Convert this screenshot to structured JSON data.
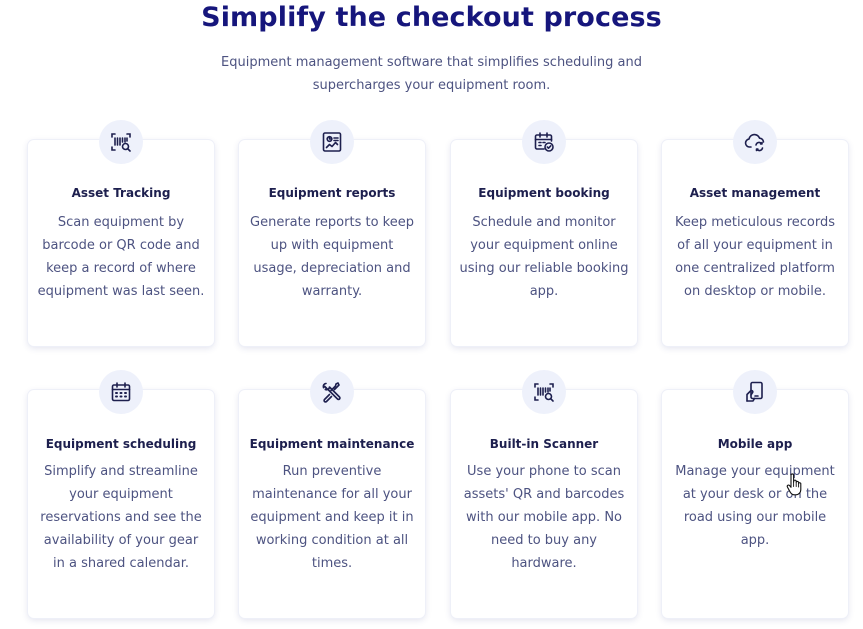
{
  "header": {
    "title": "Simplify the checkout process",
    "subtitle": "Equipment management software that simplifies scheduling and supercharges your equipment room."
  },
  "features": [
    {
      "icon": "barcode-scan-icon",
      "title": "Asset Tracking",
      "text": "Scan equipment by barcode or QR code and keep a record of where equipment was last seen."
    },
    {
      "icon": "report-chart-icon",
      "title": "Equipment reports",
      "text": "Generate reports to keep up with equipment usage, depreciation and warranty."
    },
    {
      "icon": "calendar-check-icon",
      "title": "Equipment booking",
      "text": "Schedule and monitor your equipment online using our reliable booking app."
    },
    {
      "icon": "cloud-sync-icon",
      "title": "Asset management",
      "text": "Keep meticulous records of all your equipment in one centralized platform on desktop or mobile."
    },
    {
      "icon": "calendar-grid-icon",
      "title": "Equipment scheduling",
      "text": "Simplify and streamline your equipment reservations and see the availability of your gear in a shared calendar."
    },
    {
      "icon": "tools-icon",
      "title": "Equipment maintenance",
      "text": "Run preventive maintenance for all your equipment and keep it in working condition at all times."
    },
    {
      "icon": "barcode-scan-icon",
      "title": "Built-in Scanner",
      "text": "Use your phone to scan assets' QR and barcodes with our mobile app. No need to buy any hardware."
    },
    {
      "icon": "mobile-hand-icon",
      "title": "Mobile app",
      "text": "Manage your equipment at your desk or on the road using our mobile app."
    }
  ],
  "colors": {
    "title": "#16167c",
    "body_text": "#4d5381",
    "card_title": "#1d1f4e",
    "icon_bg": "#eef1fb",
    "icon_stroke": "#1d1f4e"
  }
}
